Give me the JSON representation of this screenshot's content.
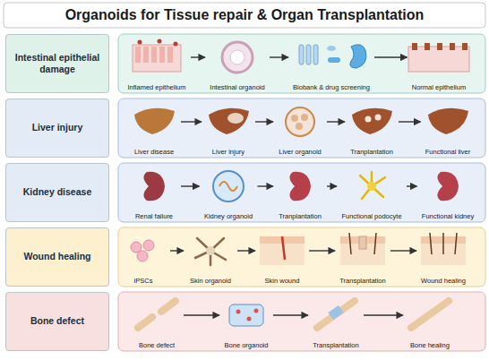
{
  "diagram": {
    "title": "Organoids for Tissue repair & Organ Transplantation",
    "nodes": [
      {
        "text": [
          "Intestinal epithelial damage"
        ]
      },
      {
        "text": [
          "Inflamed epithelium"
        ]
      },
      {
        "text": [
          "Intestinal organoid"
        ]
      },
      {
        "text": [
          "Biobank & drug screening"
        ]
      },
      {
        "text": [
          "Normal epithelium"
        ]
      },
      {
        "text": [
          "Liver injury"
        ]
      },
      {
        "text": [
          "Liver disease"
        ]
      },
      {
        "text": [
          "Liver injury"
        ]
      },
      {
        "text": [
          "Liver organoid"
        ]
      },
      {
        "text": [
          "Tranplantation"
        ]
      },
      {
        "text": [
          "Functional liver"
        ]
      },
      {
        "text": [
          "Kidney disease"
        ]
      },
      {
        "text": [
          "Renal failure"
        ]
      },
      {
        "text": [
          "Kidney organoid"
        ]
      },
      {
        "text": [
          "Tranplantation"
        ]
      },
      {
        "text": [
          "Functional podocyte"
        ]
      },
      {
        "text": [
          "Functional kidney"
        ]
      },
      {
        "text": [
          "Wound healing"
        ]
      },
      {
        "text": [
          "iPSCs"
        ]
      },
      {
        "text": [
          "Skin organoid"
        ]
      },
      {
        "text": [
          "Skin wound"
        ]
      },
      {
        "text": [
          "Transplantation"
        ]
      },
      {
        "text": [
          "Wound healing"
        ]
      },
      {
        "text": [
          "Bone defect"
        ]
      },
      {
        "text": [
          "Bone defect"
        ]
      },
      {
        "text": [
          "Bone organoid"
        ]
      },
      {
        "text": [
          "Transplantation"
        ]
      },
      {
        "text": [
          "Bone healing"
        ]
      }
    ],
    "edges": [
      {
        "from": 1,
        "to": 2,
        "arrow": "to"
      },
      {
        "from": 2,
        "to": 3,
        "arrow": "to"
      },
      {
        "from": 3,
        "to": 4,
        "arrow": "to"
      },
      {
        "from": 6,
        "to": 7,
        "arrow": "to"
      },
      {
        "from": 7,
        "to": 8,
        "arrow": "to"
      },
      {
        "from": 8,
        "to": 9,
        "arrow": "to"
      },
      {
        "from": 9,
        "to": 10,
        "arrow": "to"
      },
      {
        "from": 12,
        "to": 13,
        "arrow": "to"
      },
      {
        "from": 13,
        "to": 14,
        "arrow": "to"
      },
      {
        "from": 14,
        "to": 15,
        "arrow": "to"
      },
      {
        "from": 15,
        "to": 16,
        "arrow": "to"
      },
      {
        "from": 18,
        "to": 19,
        "arrow": "to"
      },
      {
        "from": 19,
        "to": 20,
        "arrow": "to"
      },
      {
        "from": 20,
        "to": 21,
        "arrow": "to"
      },
      {
        "from": 21,
        "to": 22,
        "arrow": "to"
      },
      {
        "from": 24,
        "to": 25,
        "arrow": "to"
      },
      {
        "from": 25,
        "to": 26,
        "arrow": "to"
      },
      {
        "from": 26,
        "to": 27,
        "arrow": "to"
      }
    ]
  }
}
